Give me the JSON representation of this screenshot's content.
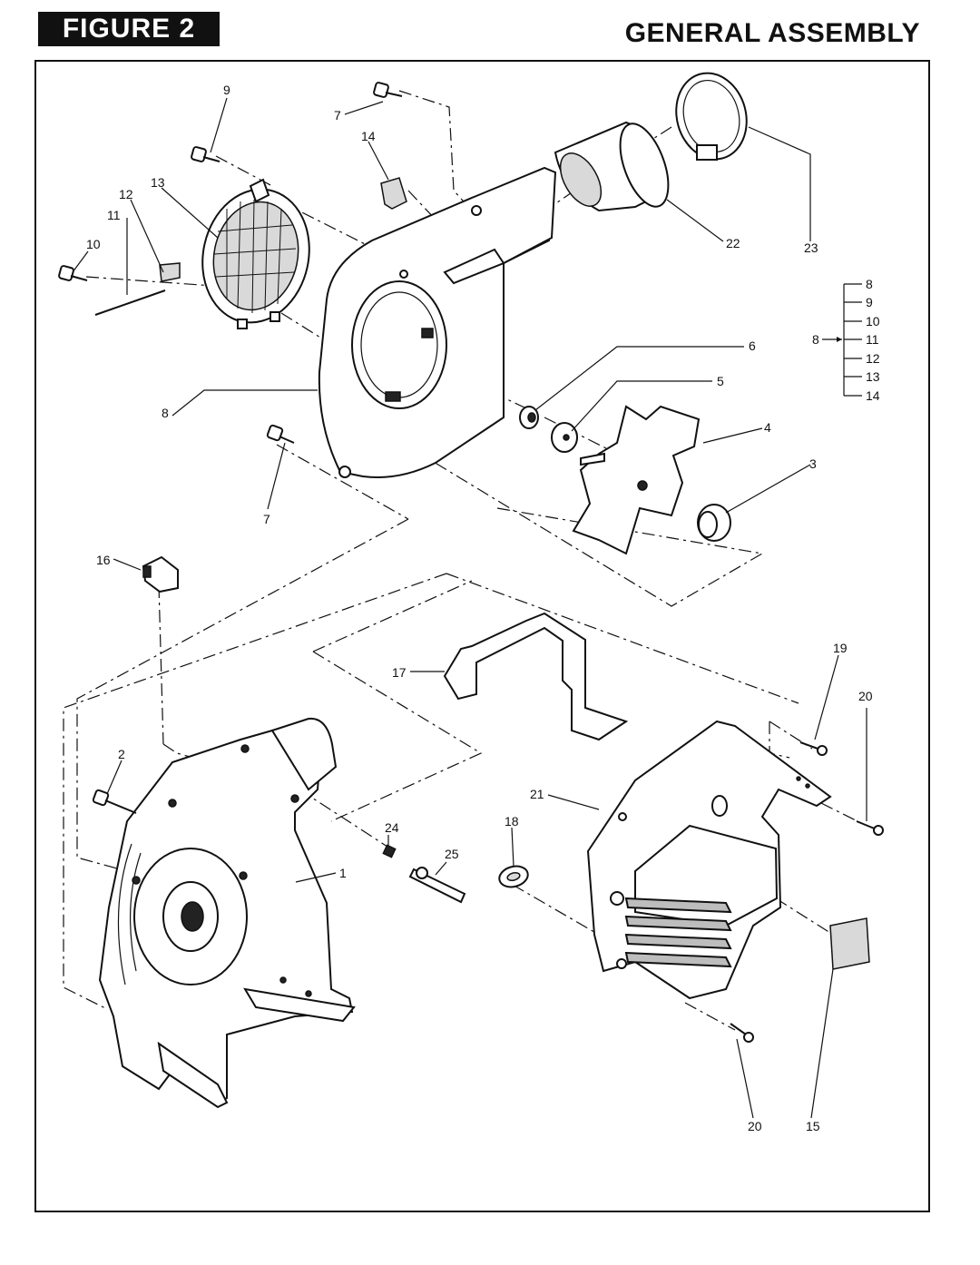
{
  "header": {
    "figure_label": "FIGURE 2",
    "title": "GENERAL ASSEMBLY"
  },
  "callouts": {
    "p1": "1",
    "p2": "2",
    "p3": "3",
    "p4": "4",
    "p5": "5",
    "p6": "6",
    "p7a": "7",
    "p7b": "7",
    "p8": "8",
    "p9": "9",
    "p10": "10",
    "p11": "11",
    "p12": "12",
    "p13": "13",
    "p14": "14",
    "p15": "15",
    "p16": "16",
    "p17": "17",
    "p18": "18",
    "p19": "19",
    "p20a": "20",
    "p20b": "20",
    "p21": "21",
    "p22": "22",
    "p23": "23",
    "p24": "24",
    "p25": "25"
  },
  "legend": {
    "parent": "8",
    "children": [
      "8",
      "9",
      "10",
      "11",
      "12",
      "13",
      "14"
    ]
  }
}
